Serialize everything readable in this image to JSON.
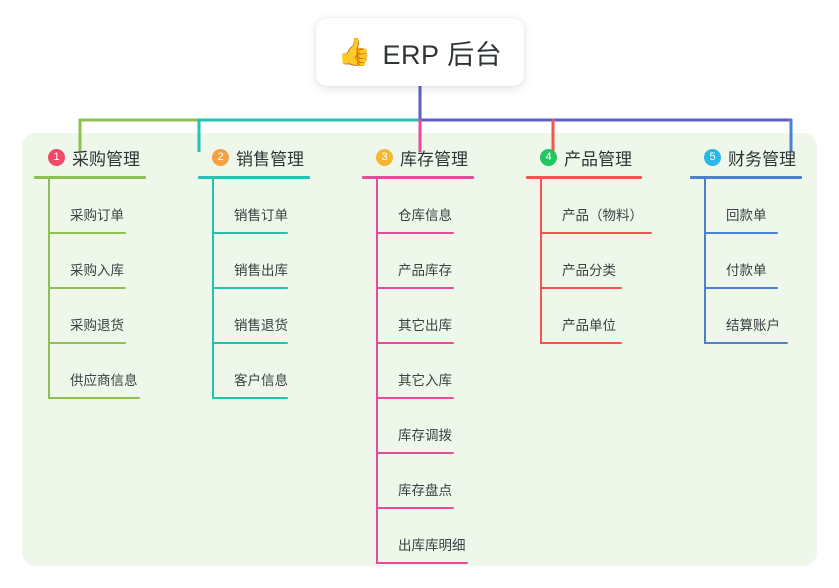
{
  "root": {
    "icon": "thumbs-up-icon",
    "emoji": "👍",
    "title": "ERP 后台"
  },
  "palette": {
    "panel_background": "#eef7e9",
    "page_background": "#ffffff",
    "card_background": "#ffffff",
    "stem": "#5b5fc7",
    "text": "#2f3437"
  },
  "branches": [
    {
      "number": "1",
      "title": "采购管理",
      "color": "#8cc152",
      "badge_color": "#ef4a66",
      "leaves": [
        {
          "label": "采购订单"
        },
        {
          "label": "采购入库"
        },
        {
          "label": "采购退货"
        },
        {
          "label": "供应商信息"
        }
      ]
    },
    {
      "number": "2",
      "title": "销售管理",
      "color": "#22c3af",
      "badge_color": "#f5a142",
      "leaves": [
        {
          "label": "销售订单"
        },
        {
          "label": "销售出库"
        },
        {
          "label": "销售退货"
        },
        {
          "label": "客户信息"
        }
      ]
    },
    {
      "number": "3",
      "title": "库存管理",
      "color": "#e84a9c",
      "badge_color": "#f5b731",
      "leaves": [
        {
          "label": "仓库信息"
        },
        {
          "label": "产品库存"
        },
        {
          "label": "其它出库"
        },
        {
          "label": "其它入库"
        },
        {
          "label": "库存调拨"
        },
        {
          "label": "库存盘点"
        },
        {
          "label": "出库库明细"
        }
      ]
    },
    {
      "number": "4",
      "title": "产品管理",
      "color": "#f0564f",
      "badge_color": "#22c55e",
      "leaves": [
        {
          "label": "产品（物料）"
        },
        {
          "label": "产品分类"
        },
        {
          "label": "产品单位"
        }
      ]
    },
    {
      "number": "5",
      "title": "财务管理",
      "color": "#4a7fd4",
      "badge_color": "#29b6e8",
      "leaves": [
        {
          "label": "回款单"
        },
        {
          "label": "付款单"
        },
        {
          "label": "结算账户"
        }
      ]
    }
  ],
  "layout": {
    "branch_x": [
      34,
      198,
      362,
      526,
      690
    ],
    "branch_widths": [
      112,
      112,
      112,
      118,
      110
    ],
    "leaf_widths": [
      [
        78,
        78,
        78,
        90
      ],
      [
        74,
        74,
        74,
        74
      ],
      [
        78,
        78,
        78,
        78,
        78,
        78,
        90
      ],
      [
        110,
        82,
        82
      ],
      [
        74,
        74,
        82
      ]
    ]
  }
}
